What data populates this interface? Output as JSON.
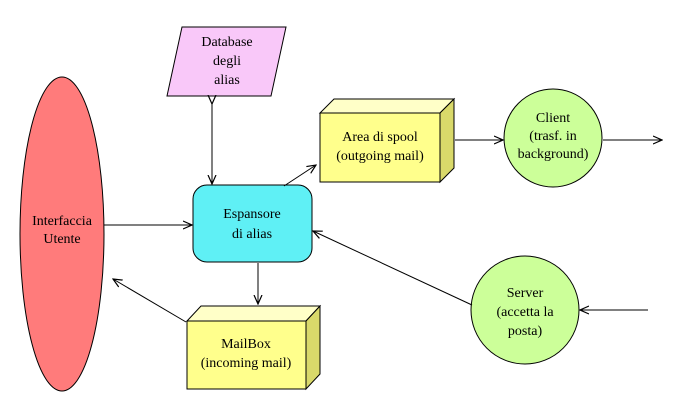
{
  "nodes": {
    "user_interface": {
      "lines": [
        "Interfaccia",
        "Utente"
      ]
    },
    "alias_database": {
      "lines": [
        "Database",
        "degli",
        "alias"
      ]
    },
    "alias_expander": {
      "lines": [
        "Espansore",
        "di alias"
      ]
    },
    "spool_area": {
      "lines": [
        "Area di spool",
        "(outgoing mail)"
      ]
    },
    "client": {
      "lines": [
        "Client",
        "(trasf. in",
        "background)"
      ]
    },
    "mailbox": {
      "lines": [
        "MailBox",
        "(incoming mail)"
      ]
    },
    "server": {
      "lines": [
        "Server",
        "(accetta la",
        "posta)"
      ]
    }
  },
  "colors": {
    "user_interface_fill": "#ff7b7b",
    "alias_database_fill": "#f9c8f9",
    "alias_expander_fill": "#5ff0f5",
    "box_front_fill": "#ffff8c",
    "box_side_fill": "#d9d96a",
    "box_top_fill": "#ffffc8",
    "circle_fill": "#ccff99",
    "stroke": "#000000"
  }
}
